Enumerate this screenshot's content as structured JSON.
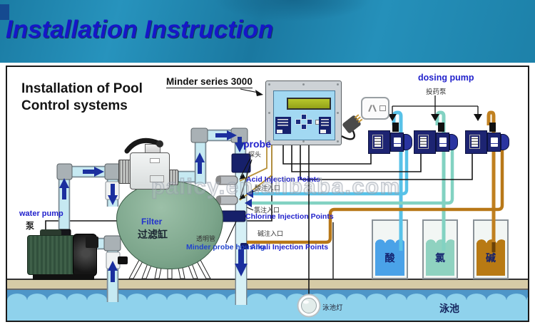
{
  "header": {
    "title": "Installation Instruction"
  },
  "diagram": {
    "title_line1": "Installation of Pool",
    "title_line2": "Control systems",
    "controller_label": "Minder series 3000",
    "watermark": "palicy.en.alibaba.com",
    "labels": {
      "probe_en": "probe",
      "probe_zh": "探头",
      "dosing_en": "dosing pump",
      "dosing_zh": "投药泵",
      "acid_en": "Acid Injection Points",
      "acid_zh": "酸注入口",
      "chlorine_zh": "氯注入口",
      "chlorine_en": "Chlorine Injection Points",
      "alkali_zh": "碱注入口",
      "alkali_en": "Alkali Injection Points",
      "housing_zh": "透明管",
      "housing_en": "Minder probe housing",
      "water_pump_en": "water pump",
      "water_pump_zh": "泵",
      "filter_en": "Filter",
      "filter_zh": "过滤缸",
      "pool_light": "泳池灯",
      "pool": "泳池"
    },
    "tanks": [
      {
        "name": "acid-tank",
        "label": "酸",
        "liquid_color": "#4aa2e8"
      },
      {
        "name": "chlorine-tank",
        "label": "氯",
        "liquid_color": "#8fd2c0"
      },
      {
        "name": "alkali-tank",
        "label": "碱",
        "liquid_color": "#b87a14"
      }
    ],
    "colors": {
      "header_bg": "#1f84ac",
      "header_text": "#1616c8",
      "label_blue": "#2222cc",
      "pipe_water": "#c6e9f2",
      "tube_acid": "#58c2e8",
      "tube_chlorine": "#82d2c2",
      "tube_alkali": "#c08020",
      "pool_water": "#8fd2ec",
      "pool_deep": "#4e96c8",
      "deck": "#d6cba6",
      "filter_green": "#7da68c",
      "pump_navy": "#1d2472"
    }
  }
}
